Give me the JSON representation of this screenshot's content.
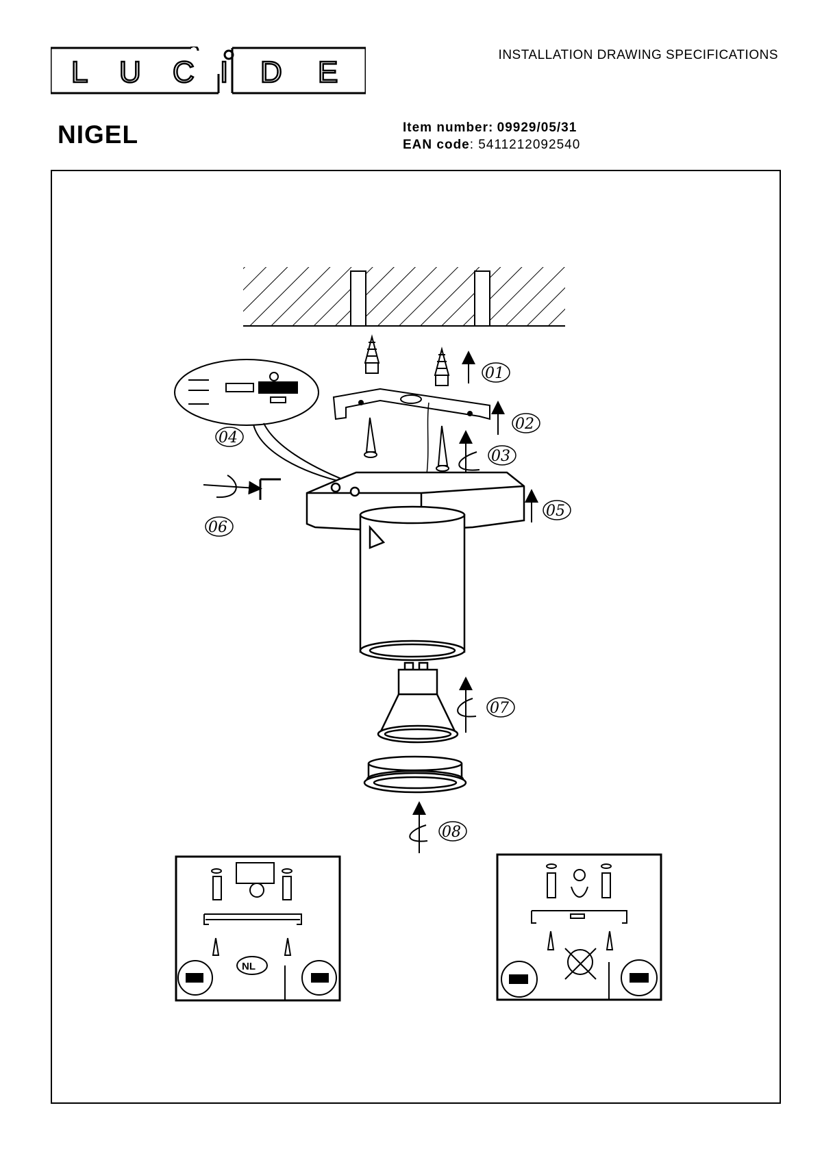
{
  "header": {
    "brand": "LUCIDE",
    "brand_letters": [
      "L",
      "U",
      "C",
      "I",
      "D",
      "E"
    ],
    "doc_type": "INSTALLATION DRAWING SPECIFICATIONS"
  },
  "product": {
    "name": "NIGEL",
    "item_label": "Item number:",
    "item_value": "09929/05/31",
    "ean_label": "EAN code",
    "ean_value": ": 5411212092540"
  },
  "steps": [
    "01",
    "02",
    "03",
    "04",
    "05",
    "06",
    "07",
    "08"
  ],
  "inset_badge": "NL"
}
